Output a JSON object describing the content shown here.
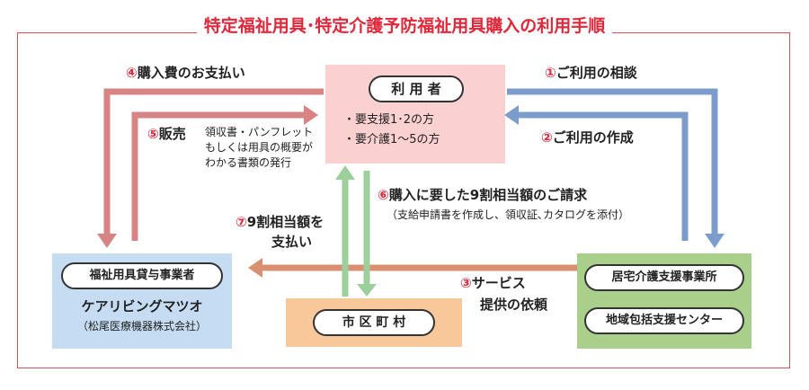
{
  "title": "特定福祉用具･特定介護予防福祉用具購入の利用手順",
  "user_box": {
    "label": "利 用 者",
    "items": [
      "・要支援1･2の方",
      "・要介護1～5の方"
    ]
  },
  "supplier_box": {
    "label": "福祉用具貸与事業者",
    "name": "ケアリビングマツオ",
    "company": "（松尾医療機器株式会社）"
  },
  "care_box": {
    "label1": "居宅介護支援事業所",
    "label2": "地域包括支援センター"
  },
  "city_box": {
    "label": "市 区 町 村"
  },
  "steps": {
    "s1": {
      "num": "①",
      "text": "ご利用の相談"
    },
    "s2": {
      "num": "②",
      "text": "ご利用の作成"
    },
    "s3": {
      "num": "③",
      "text": "サービス",
      "text2": "提供の依頼"
    },
    "s4": {
      "num": "④",
      "text": "購入費のお支払い"
    },
    "s5": {
      "num": "⑤",
      "text": "販売",
      "note1": "領収書・パンフレット",
      "note2": "もしくは用具の概要が",
      "note3": "わかる書類の発行"
    },
    "s6": {
      "num": "⑥",
      "text": "購入に要した9割相当額のご請求",
      "note": "（支給申請書を作成し、領収証､カタログを添付）"
    },
    "s7": {
      "num": "⑦",
      "text": "9割相当額を",
      "text2": "支払い"
    }
  },
  "colors": {
    "frame": "#e0505a",
    "title": "#e0283a",
    "user_bg": "#fbd0d0",
    "supplier_bg": "#c5dcf2",
    "care_bg": "#a8d08a",
    "city_bg": "#f9c89a",
    "arrow_red": "#d98484",
    "arrow_blue": "#7c9ccc",
    "arrow_green": "#9ccf9c",
    "arrow_orange": "#d99070"
  }
}
